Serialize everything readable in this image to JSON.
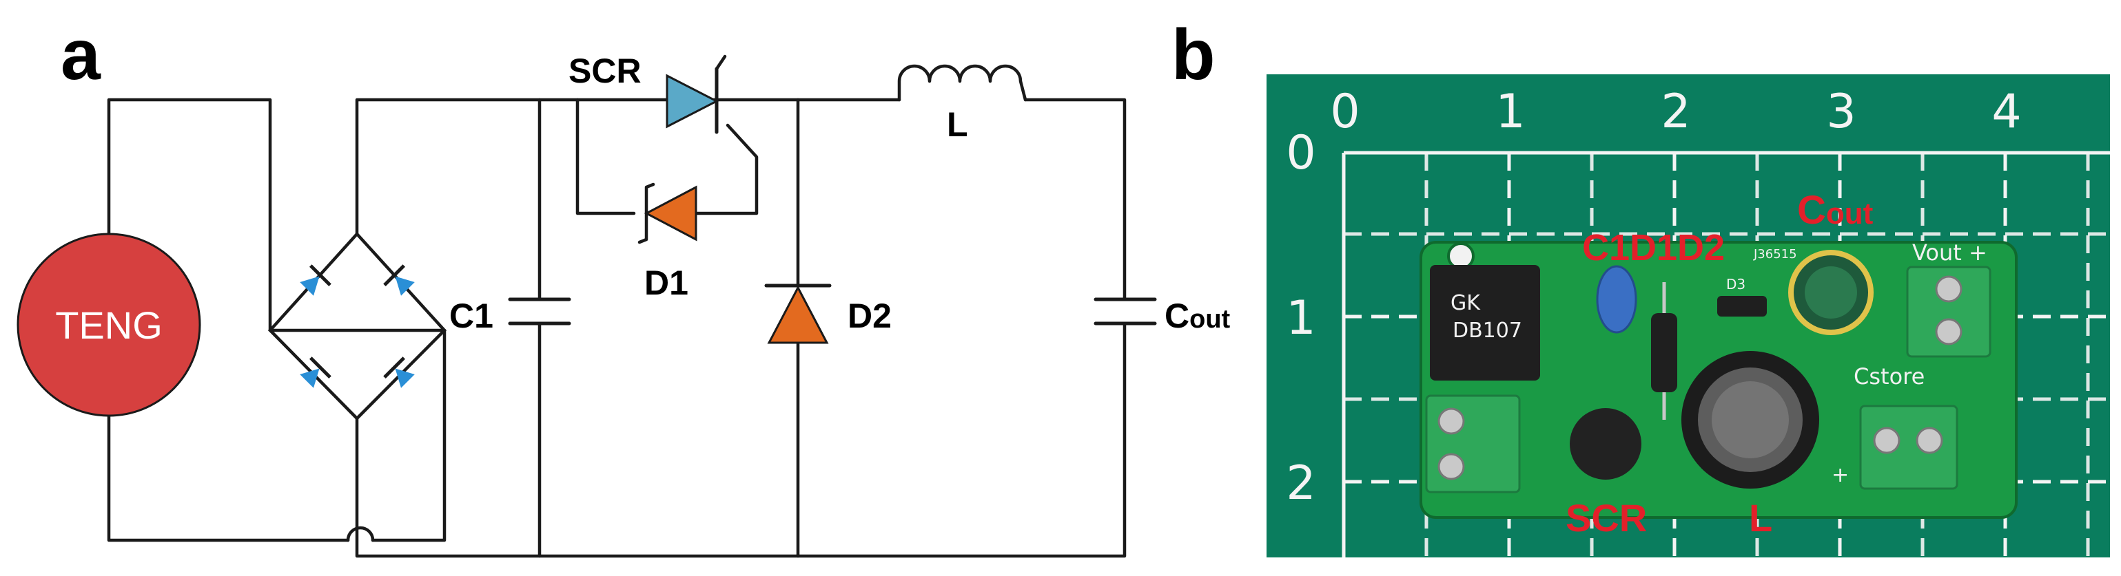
{
  "panels": {
    "a": {
      "letter": "a"
    },
    "b": {
      "letter": "b"
    }
  },
  "schematic": {
    "source_label": "TENG",
    "scr_label": "SCR",
    "d1_label": "D1",
    "d2_label": "D2",
    "c1_label": "C1",
    "inductor_label": "L",
    "cout_main": "C",
    "cout_sub": "out",
    "colors": {
      "teng_fill": "#d6403f",
      "bridge_diode": "#2a8fd6",
      "scr_fill": "#5aa9c8",
      "zener_fill": "#e36a1f",
      "d2_fill": "#e36a1f",
      "wire": "#1a1a1a"
    }
  },
  "photo": {
    "ruler_x": [
      "0",
      "1",
      "2",
      "3",
      "4"
    ],
    "ruler_y": [
      "0",
      "1",
      "2"
    ],
    "label_cout_main": "C",
    "label_cout_sub": "out",
    "label_c1d1d2": "C1D1D2",
    "label_scr": "SCR",
    "label_l": "L",
    "silk_vout": "Vout +",
    "silk_cstore": "Cstore",
    "silk_d3": "D3",
    "silk_ser": "J36515",
    "silk_plus": "+",
    "bridge_text_1": "GK",
    "bridge_text_2": "DB107",
    "colors": {
      "mat": "#0a7d5e",
      "board": "#1a9a45",
      "terminal": "#2fa85a",
      "annotation": "#e3202a"
    }
  }
}
